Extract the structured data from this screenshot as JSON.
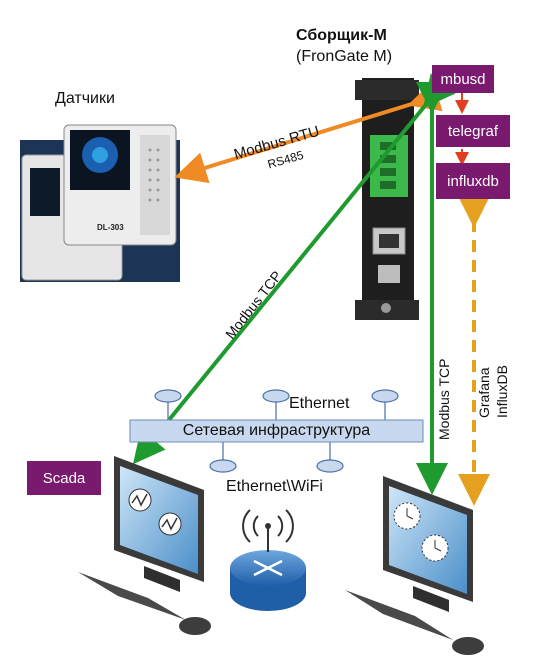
{
  "gateway": {
    "title": "Сборщик-М",
    "subtitle": "(FronGate M)"
  },
  "sensors": {
    "label": "Датчики",
    "device_model": "DL-303"
  },
  "services": {
    "mbusd": "mbusd",
    "telegraf": "telegraf",
    "influxdb": "influxdb"
  },
  "scada": {
    "label": "Scada"
  },
  "links": {
    "rtu": "Modbus RTU",
    "rs485": "RS485",
    "tcp_left": "Modbus TCP",
    "tcp_right": "Modbus TCP",
    "grafana": "Grafana",
    "influxdb": "InfluxDB"
  },
  "network": {
    "ethernet": "Ethernet",
    "infrastructure": "Сетевая инфраструктура",
    "wifi": "Ethernet\\WiFi"
  },
  "colors": {
    "orange": "#f08a24",
    "green": "#1f9a2e",
    "dashed": "#e6a020",
    "service_box": "#7a1a6e",
    "network_bar": "#c8d8ee"
  }
}
